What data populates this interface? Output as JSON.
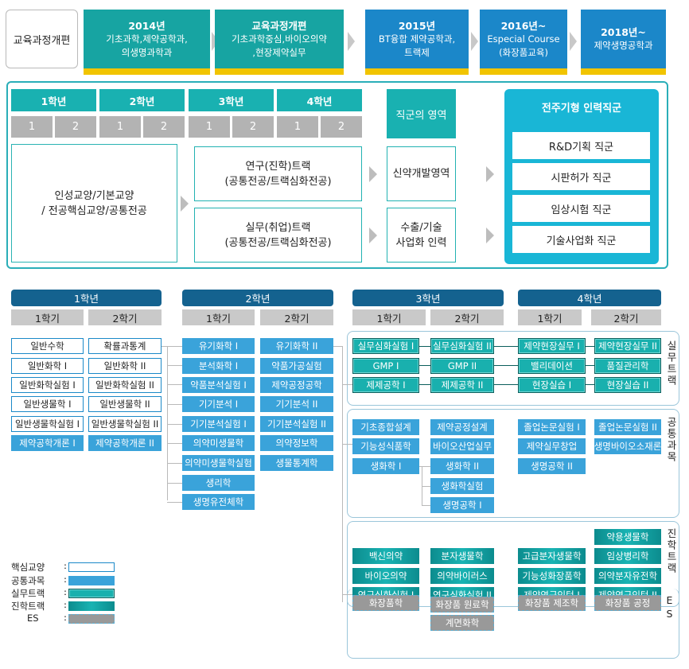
{
  "history": {
    "label": "교육과정개편",
    "items": [
      {
        "title": "2014년",
        "lines": [
          "기초과학,제약공학과,",
          "의생명과학과"
        ]
      },
      {
        "title": "교육과정개편",
        "lines": [
          "기초과학중심,바이오의약",
          ",현장제약실무"
        ]
      },
      {
        "title": "2015년",
        "lines": [
          "BT융합 제약공학과,",
          "트랙제"
        ]
      },
      {
        "title": "2016년~",
        "lines": [
          "Especial Course",
          "(화장품교육)"
        ]
      },
      {
        "title": "2018년~",
        "lines": [
          "제약생명공학과"
        ]
      }
    ]
  },
  "overview": {
    "years": [
      "1학년",
      "2학년",
      "3학년",
      "4학년"
    ],
    "semesters": [
      "1",
      "2",
      "1",
      "2",
      "1",
      "2",
      "1",
      "2"
    ],
    "liberal": "인성교양/기본교양\n/ 전공핵심교양/공통전공",
    "tracks": [
      {
        "line1": "연구(진학)트랙",
        "line2": "(공통전공/트랙심화전공)"
      },
      {
        "line1": "실무(취업)트랙",
        "line2": "(공통전공/트랙심화전공)"
      }
    ],
    "domain_title": "직군의 영역",
    "domains": [
      {
        "line1": "신약개발영역",
        "line2": ""
      },
      {
        "line1": "수출/기술",
        "line2": "사업화 인력"
      }
    ],
    "jobs_title": "전주기형 인력직군",
    "jobs": [
      "R&D기획 직군",
      "시판허가 직군",
      "임상시험 직군",
      "기술사업화 직군"
    ]
  },
  "curriculum": {
    "grades": [
      "1학년",
      "2학년",
      "3학년",
      "4학년"
    ],
    "sem1": "1학기",
    "sem2": "2학기",
    "g1s1": [
      "일반수학",
      "일반화학 I",
      "일반화학실험 I",
      "일반생물학 I",
      "일반생물학실험 I",
      "제약공학개론 I"
    ],
    "g1s2": [
      "확률과통계",
      "일반화학 II",
      "일반화학실험 II",
      "일반생물학 II",
      "일반생물학실험 II",
      "제약공학개론 II"
    ],
    "g2s1": [
      "유기화학 I",
      "분석화학 I",
      "약품분석실험 I",
      "기기분석 I",
      "기기분석실험 I",
      "의약미생물학",
      "의약미생물학실험",
      "생리학",
      "생명유전체학"
    ],
    "g2s2": [
      "유기화학 II",
      "약품가공실험",
      "제약공정공학",
      "기기분석 II",
      "기기분석실험 II",
      "의약정보학",
      "생물통계학"
    ],
    "practical": {
      "label": "실무트랙",
      "g3s1": [
        "실무심화실험 I",
        "GMP I",
        "제제공학 I"
      ],
      "g3s2": [
        "실무심화실험 II",
        "GMP II",
        "제제공학 II"
      ],
      "g4s1": [
        "제약현장실무 I",
        "밸리데이션",
        "현장실습 I"
      ],
      "g4s2": [
        "제약현장실무 II",
        "품질관리학",
        "현장실습 II"
      ]
    },
    "common": {
      "label": "공통과목",
      "g3s1": [
        "기초종합설계",
        "기능성식품학",
        "생화학 I"
      ],
      "g3s2": [
        "제약공정설계",
        "바이오산업실무",
        "생화학 II",
        "생화학실험",
        "생명공학 I"
      ],
      "g4s1": [
        "졸업논문실험 I",
        "제약실무창업",
        "생명공학 II"
      ],
      "g4s2": [
        "졸업논문실험 II",
        "생명바이오소재론"
      ]
    },
    "advance": {
      "label": "진학트랙",
      "g3s1": [
        "백신의약",
        "바이오의약",
        "연구심화실험 I"
      ],
      "g3s2": [
        "분자생물학",
        "의약바이러스",
        "연구심화실험 II"
      ],
      "g4s1": [
        "고급분자생물학",
        "기능성화장품학",
        "제약연구인턴 I"
      ],
      "g4s2": [
        "약용생물학",
        "임상병리학",
        "의약분자유전학",
        "제약연구인턴 II"
      ]
    },
    "es": {
      "label": "ES",
      "g3s1": [
        "화장품학"
      ],
      "g3s2": [
        "화장품 원료학",
        "계면화학"
      ],
      "g4s1": [
        "화장품 제조학"
      ],
      "g4s2": [
        "화장품 공정"
      ]
    },
    "side_labels": {
      "practical": "실무트랙",
      "common": "공통과목",
      "advance": "진학트랙",
      "es": "ES"
    }
  },
  "legend": [
    {
      "label": "핵심교양",
      "style": "core"
    },
    {
      "label": "공통과목",
      "style": "gong"
    },
    {
      "label": "실무트랙",
      "style": "practical"
    },
    {
      "label": "진학트랙",
      "style": "advance"
    },
    {
      "label": "ES",
      "style": "es"
    }
  ],
  "colors": {
    "teal": "#17a4a2",
    "blue": "#1b87c9",
    "navy": "#14628f",
    "yellow": "#f1c400",
    "gray": "#b3b3b3"
  }
}
